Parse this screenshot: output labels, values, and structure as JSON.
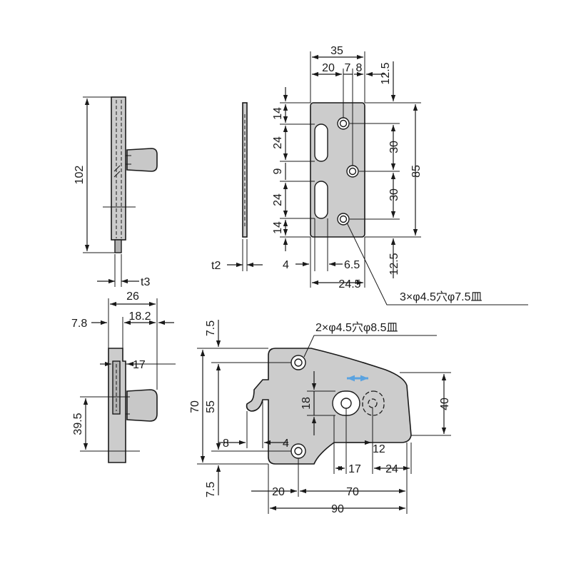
{
  "side_view": {
    "height": "102",
    "thickness": "t3"
  },
  "edge_view": {
    "thickness": "t2"
  },
  "strike_plate": {
    "width_total": "35",
    "offset_left": "20",
    "offset_mid": "7",
    "offset_right": "8",
    "top_margin": "12.5",
    "gap_14_top": "14",
    "slot_24_top": "24",
    "gap_9": "9",
    "slot_24_bottom": "24",
    "gap_14_bottom": "14",
    "pitch_30_top": "30",
    "pitch_30_bottom": "30",
    "height_total": "85",
    "bottom_margin": "12.5",
    "dim_4": "4",
    "dim_6_5": "6.5",
    "dim_24_5": "24.5",
    "holes_note": "3×φ4.5穴φ7.5皿"
  },
  "front_view": {
    "width_total": "26",
    "left_part": "7.8",
    "right_part": "18.2",
    "knob_offset": "17",
    "knob_height": "39.5"
  },
  "base_plate": {
    "holes_note": "2×φ4.5穴φ8.5皿",
    "top_margin": "7.5",
    "height_total": "70",
    "hole_pitch": "55",
    "bottom_margin": "7.5",
    "slot_height": "18",
    "right_height": "40",
    "dim_8": "8",
    "dim_4": "4",
    "dim_12": "12",
    "dim_17": "17",
    "dim_24": "24",
    "dim_20": "20",
    "dim_70": "70",
    "width_total": "90",
    "arrow_color": "#5ba3e0"
  }
}
